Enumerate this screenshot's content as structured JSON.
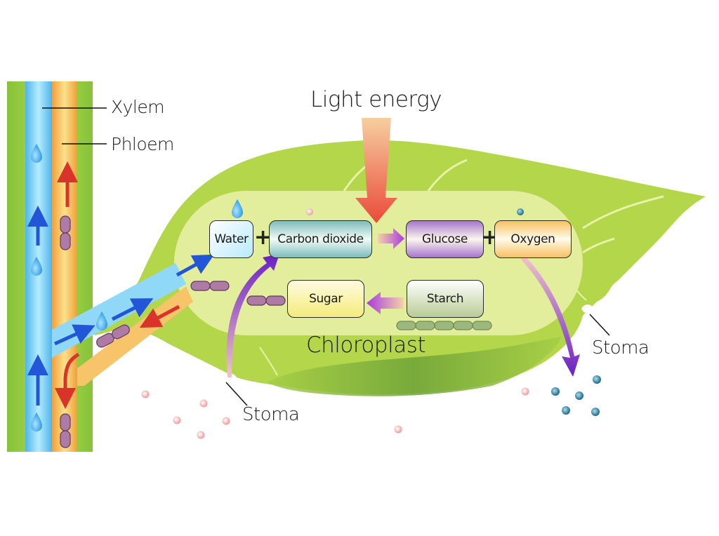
{
  "title": "Photosynthesis in a leaf",
  "labels": {
    "xylem": "Xylem",
    "phloem": "Phloem",
    "light_energy": "Light energy",
    "chloroplast": "Chloroplast",
    "stoma_left": "Stoma",
    "stoma_right": "Stoma"
  },
  "reactants": {
    "water": "Water",
    "carbon_dioxide": "Carbon dioxide",
    "plus": "+"
  },
  "products": {
    "glucose": "Glucose",
    "oxygen": "Oxygen",
    "plus": "+"
  },
  "storage": {
    "sugar": "Sugar",
    "starch": "Starch"
  },
  "colors": {
    "leaf": "#b5d64a",
    "leaf_dark": "#7fae3a",
    "chloroplast": "#e3ee9e",
    "xylem": "#6cc8f2",
    "phloem": "#f4b04a",
    "stem": "#8fc73e",
    "water_arrow": "#2255d8",
    "sugar_arrow": "#d8342a",
    "process_arrow": "#7a2fc0",
    "light_arrow_top": "#f3c89a",
    "light_arrow_bottom": "#ea4e3e",
    "co2_particle": "#f2b2b2",
    "o2_particle": "#2f7c9a",
    "sugar_molecule": "#b07aa6",
    "starch_molecule": "#9cb87c"
  }
}
